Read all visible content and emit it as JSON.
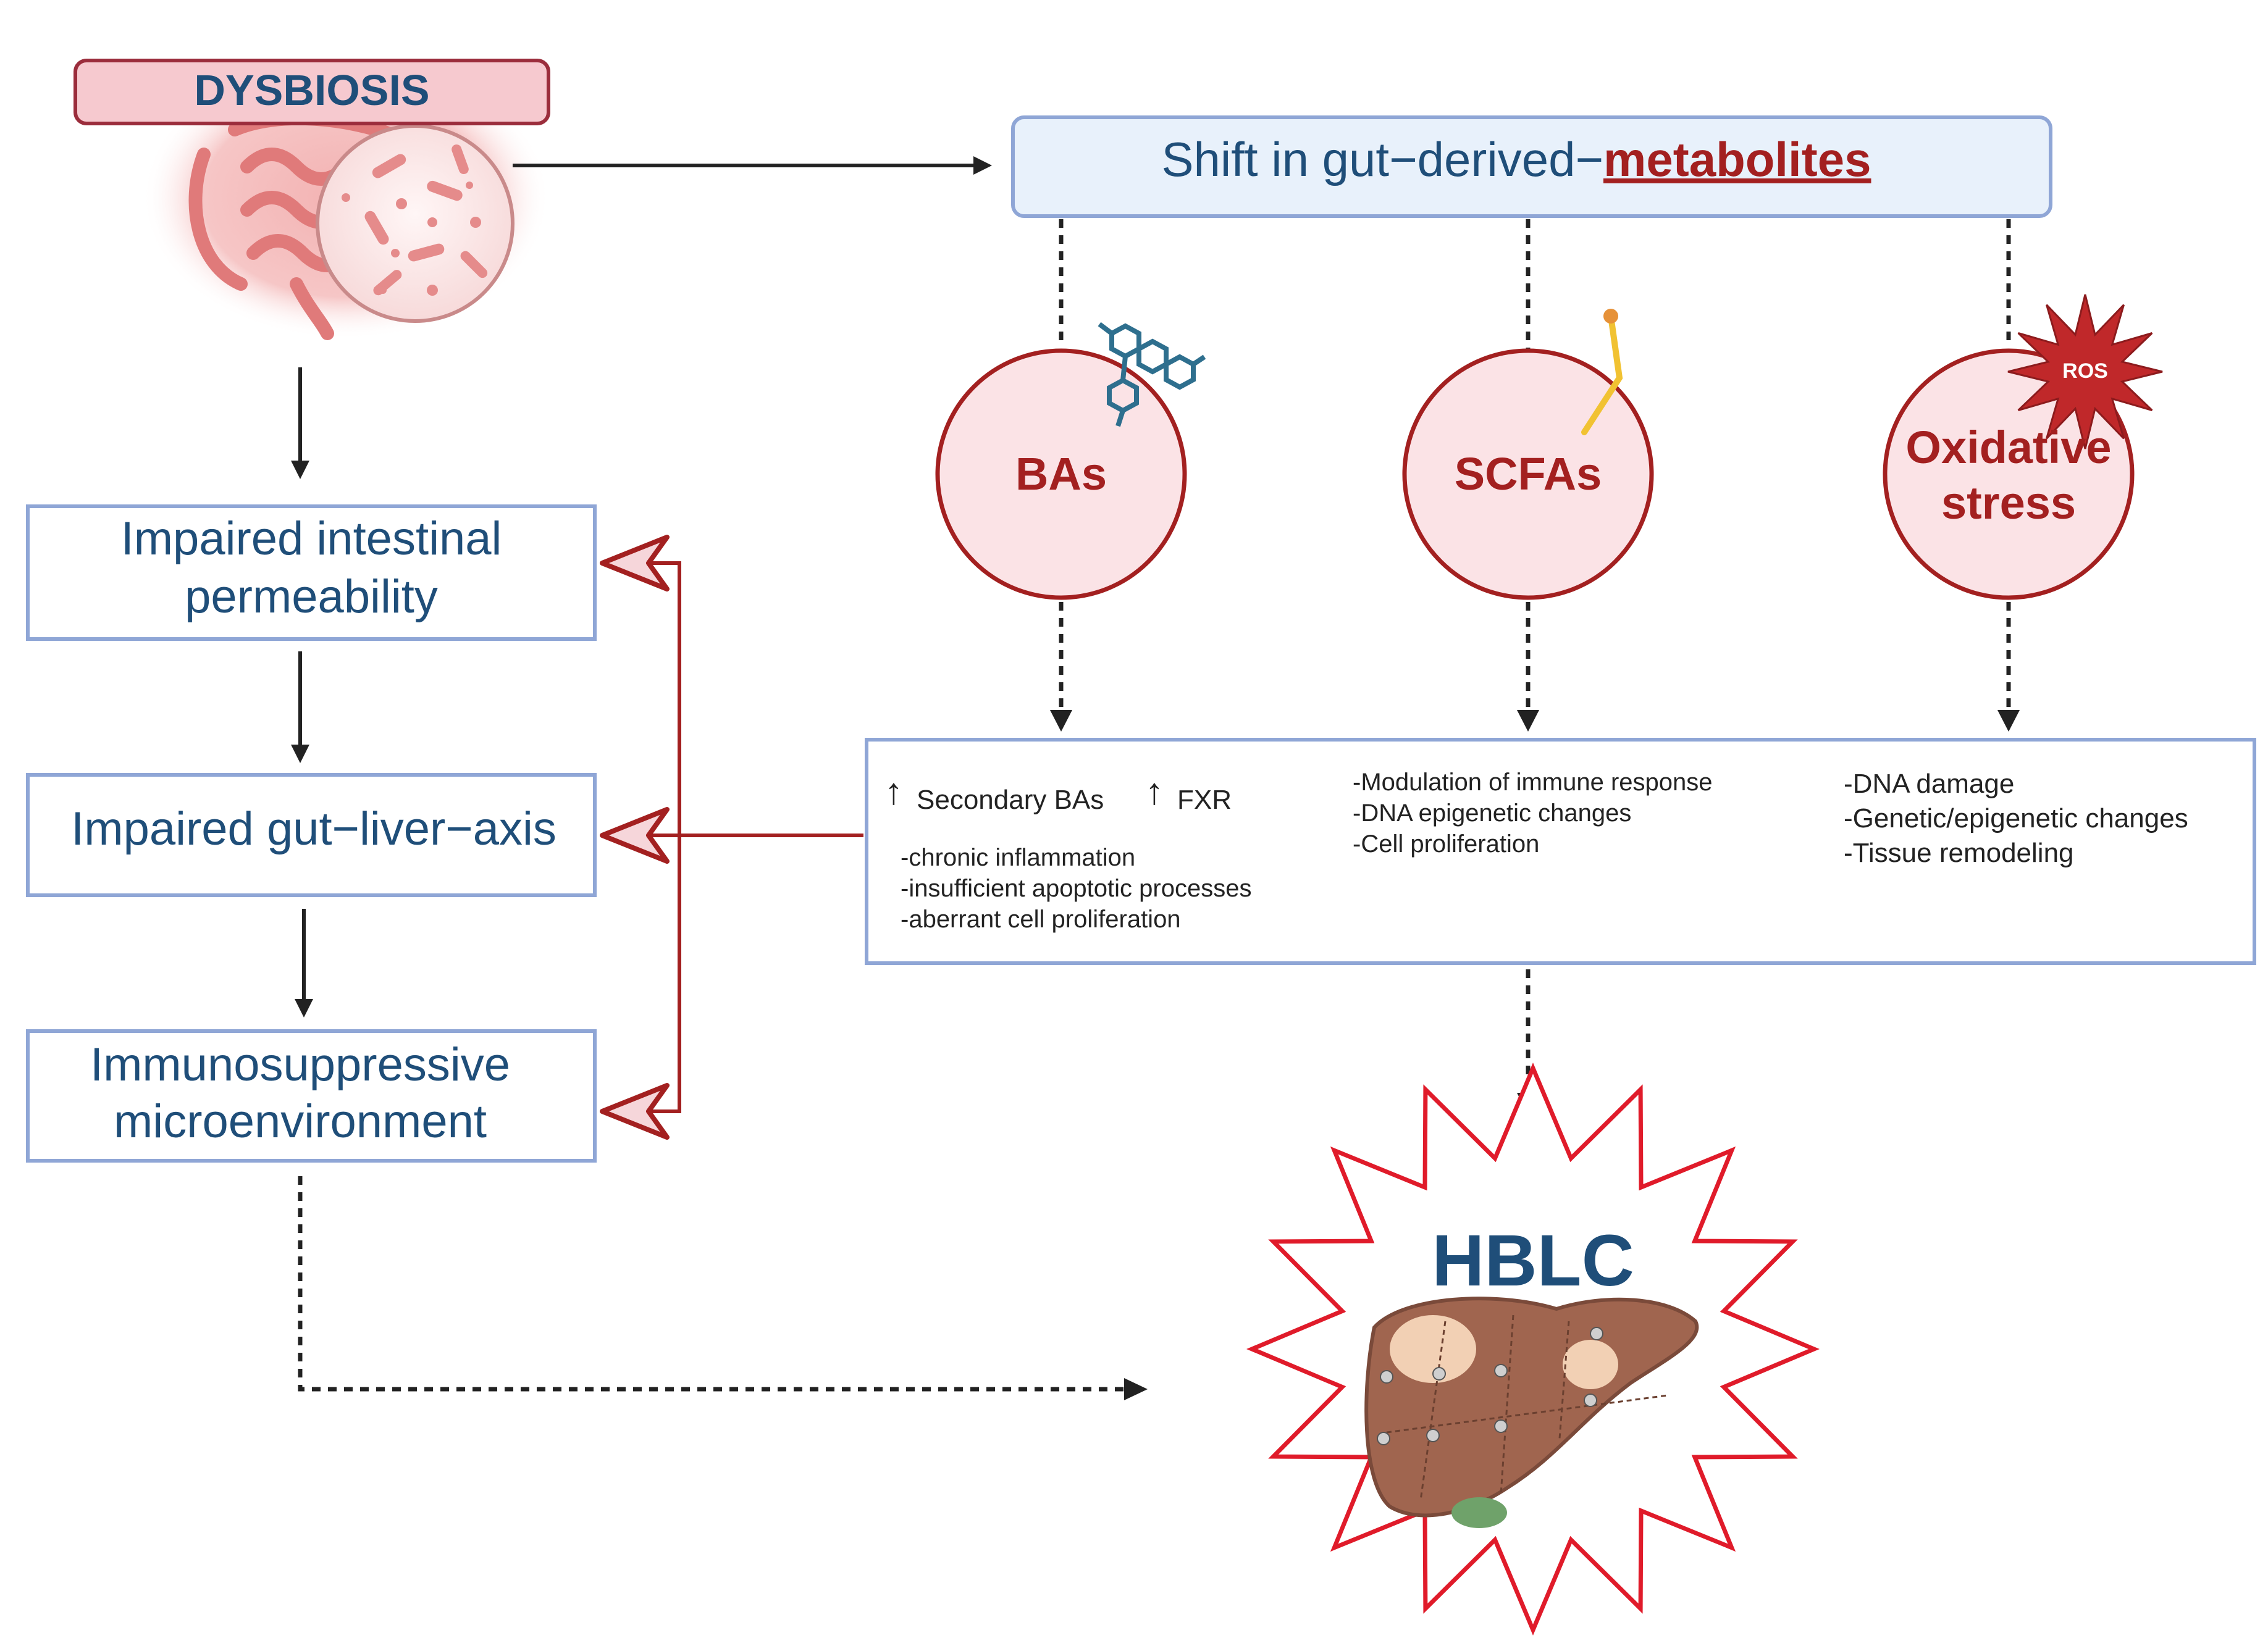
{
  "header": {
    "dysbiosis": "DYSBIOSIS",
    "shift_prefix": "Shift in gut−derived−",
    "shift_highlight": "metabolites"
  },
  "left_column": {
    "box1": [
      "Impaired intestinal",
      "permeability"
    ],
    "box2": "Impaired gut−liver−axis",
    "box3": [
      "Immunosuppressive",
      "microenvironment"
    ]
  },
  "metabolites": {
    "bas": "BAs",
    "scfas": "SCFAs",
    "oxidative": [
      "Oxidative",
      "stress"
    ],
    "ros": "ROS"
  },
  "effects": {
    "bas_header_1": "Secondary BAs",
    "bas_header_2": "FXR",
    "up_arrow": "↑",
    "bas_lines": [
      "-chronic inflammation",
      "-insufficient apoptotic processes",
      "-aberrant cell proliferation"
    ],
    "scfa_lines": [
      "-Modulation of immune response",
      "-DNA epigenetic changes",
      "-Cell proliferation"
    ],
    "ox_lines": [
      "-DNA damage",
      "-Genetic/epigenetic changes",
      "-Tissue remodeling"
    ]
  },
  "outcome": {
    "label": "HBLC"
  },
  "colors": {
    "dark_blue": "#1f4e79",
    "dark_red": "#a32020",
    "burst_red": "#e01b2a",
    "box_border": "#8fa6d6",
    "pink_fill": "#fbe3e6",
    "light_blue_fill": "#e8f1fb"
  }
}
